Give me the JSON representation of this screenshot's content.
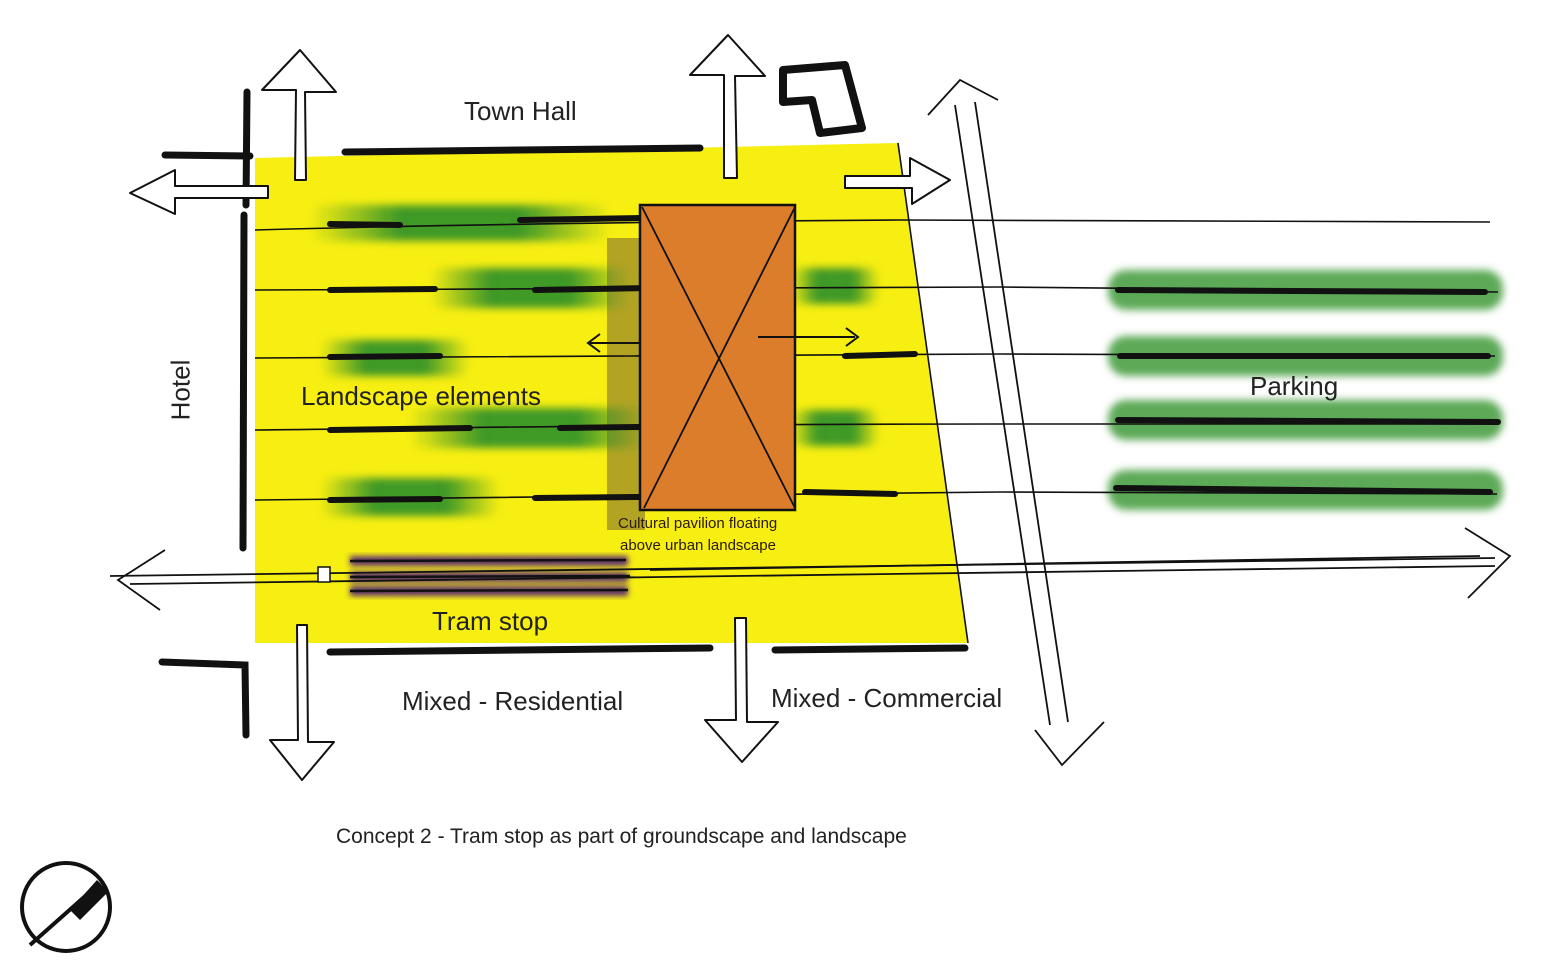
{
  "labels": {
    "town_hall": "Town Hall",
    "hotel": "Hotel",
    "landscape_elements": "Landscape elements",
    "pavilion_line1": "Cultural pavilion floating",
    "pavilion_line2": "above urban landscape",
    "tram_stop": "Tram stop",
    "parking": "Parking",
    "mixed_residential": "Mixed - Residential",
    "mixed_commercial": "Mixed - Commercial"
  },
  "caption": "Concept 2 - Tram stop as part of groundscape and landscape",
  "colors": {
    "site": "#f7ee12",
    "pavilion": "#dc7d2c",
    "landscape_green": "#1f8a2b",
    "parking_green": "#3e9a38",
    "tram_purple": "#5b2f6e",
    "ink": "#111111"
  },
  "icons": [
    "north-arrow-icon",
    "arrow-up-icon",
    "arrow-down-icon",
    "arrow-left-icon",
    "arrow-right-icon"
  ]
}
